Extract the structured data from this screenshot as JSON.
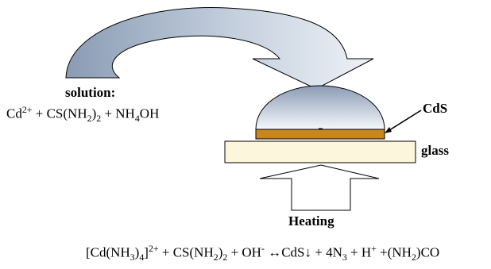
{
  "labels": {
    "solution_title": "solution:",
    "cds": "CdS",
    "glass": "glass",
    "heating": "Heating"
  },
  "solution_formula": {
    "cd": "Cd",
    "cd_charge": "2+",
    "plus1": " + CS(NH",
    "sub2": "2",
    "paren": ")",
    "sub2b": "2",
    "plus2": " + NH",
    "sub4": "4",
    "oh": "OH"
  },
  "equation": {
    "p1": "[Cd(NH",
    "s1": "3",
    "p2": ")",
    "s2": "4",
    "p3": "]",
    "charge1": "2+",
    "p4": " + CS(NH",
    "s3": "2",
    "p5": ")",
    "s4": "2",
    "p6": " + OH",
    "charge2": "-",
    "p7": " ↔CdS↓ + 4N",
    "s5": "3",
    "p8": " + H",
    "charge3": "+",
    "p9": " +(NH",
    "s6": "2",
    "p10": ")CO"
  },
  "colors": {
    "arrow_left": "#8a9bb4",
    "arrow_right": "#e8eef6",
    "dome_top": "#8a9bb4",
    "dome_bottom": "#f4f7fb",
    "cds_layer": "#c9861c",
    "glass": "#fcf6dc",
    "outline": "#000000"
  }
}
